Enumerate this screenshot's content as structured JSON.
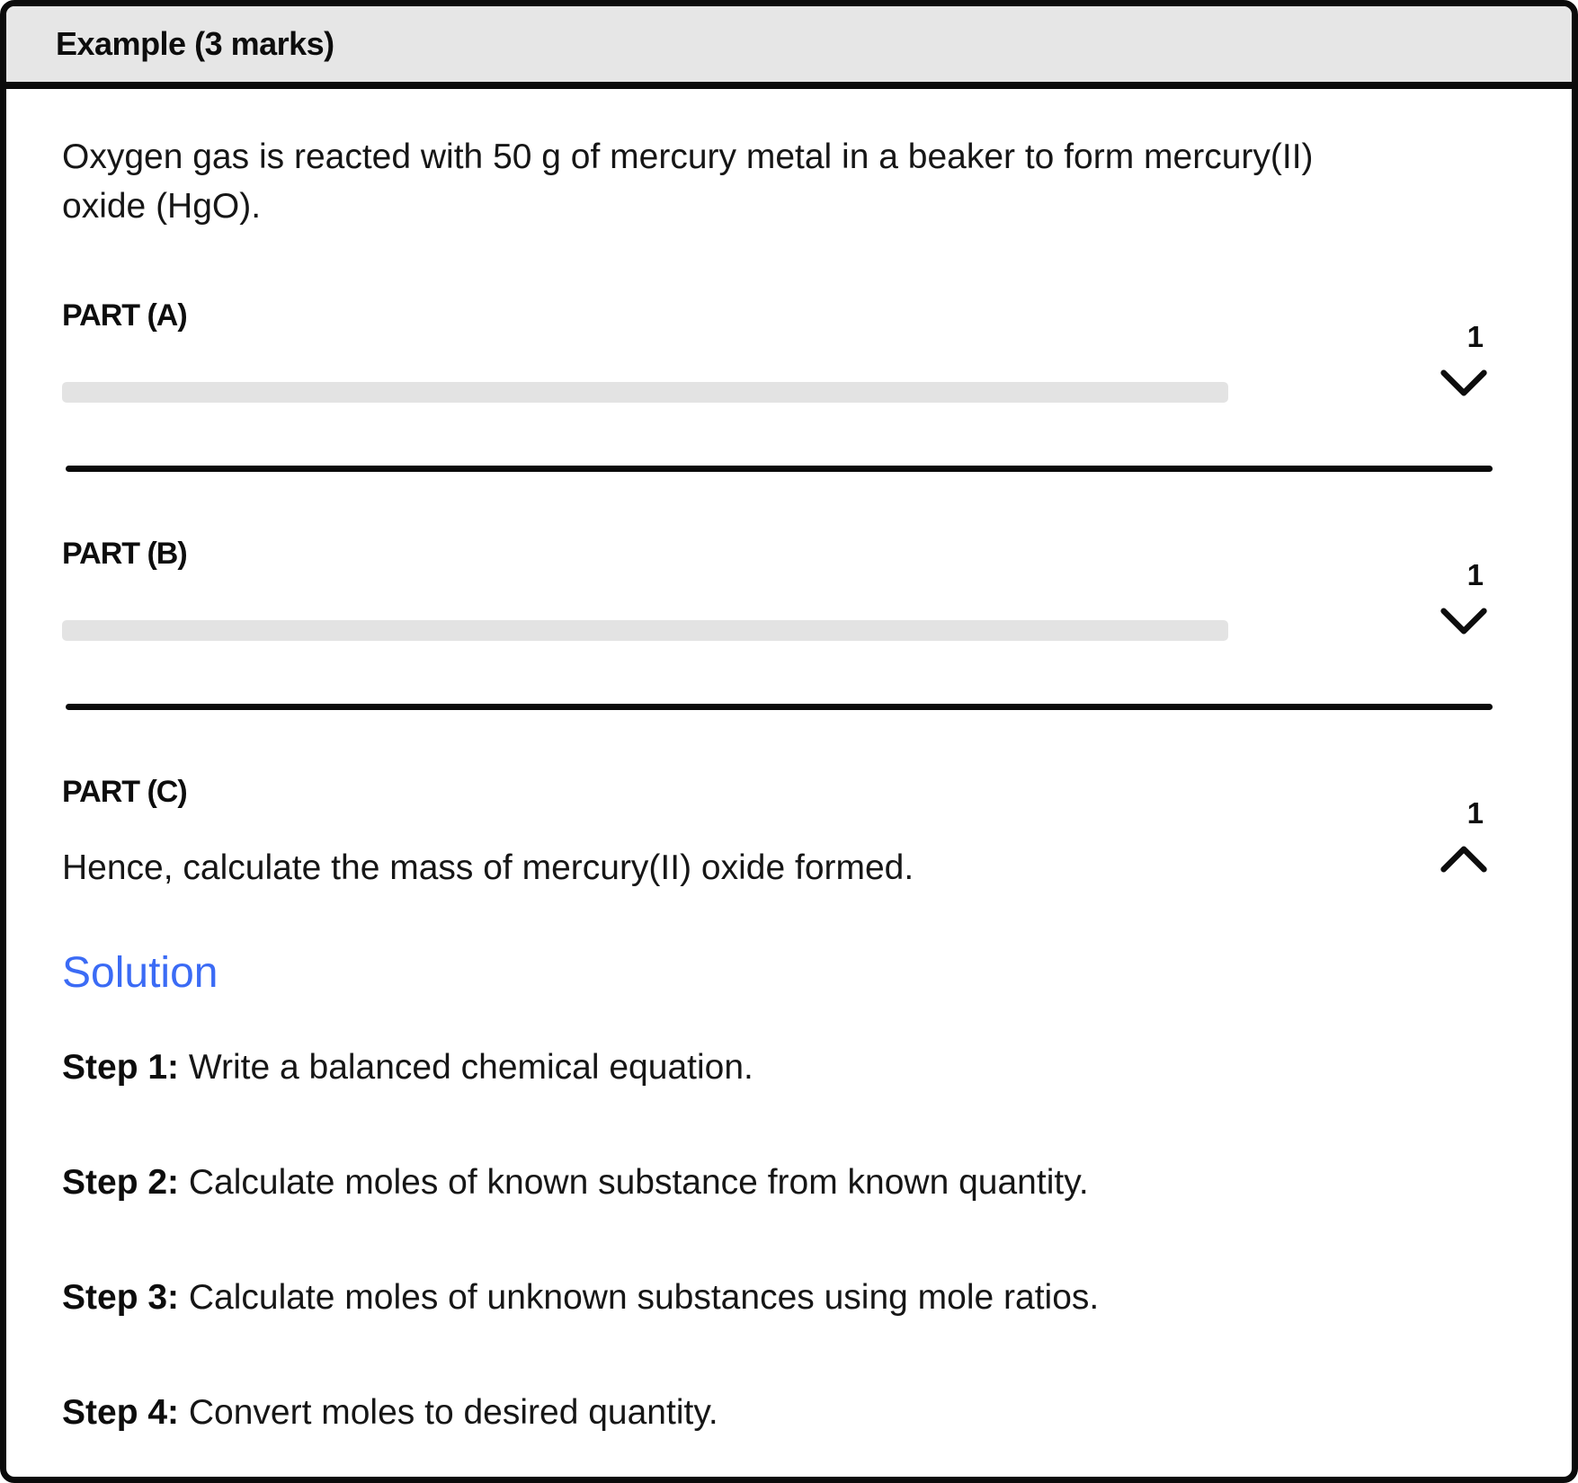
{
  "header": {
    "title": "Example (3 marks)"
  },
  "intro": "Oxygen gas is reacted with 50 g of mercury metal in a beaker to form mercury(II) oxide (HgO).",
  "parts": [
    {
      "label": "PART (A)",
      "marks": "1",
      "state": "collapsed",
      "question": ""
    },
    {
      "label": "PART (B)",
      "marks": "1",
      "state": "collapsed",
      "question": ""
    },
    {
      "label": "PART (C)",
      "marks": "1",
      "state": "expanded",
      "question": "Hence, calculate the mass of mercury(II) oxide formed."
    }
  ],
  "solution": {
    "heading": "Solution",
    "steps": [
      {
        "label": "Step 1:",
        "text": " Write a balanced chemical equation."
      },
      {
        "label": "Step 2:",
        "text": " Calculate moles of known substance from known quantity."
      },
      {
        "label": "Step 3:",
        "text": " Calculate moles of unknown substances using mole ratios."
      },
      {
        "label": "Step 4:",
        "text": " Convert moles to desired quantity."
      }
    ]
  },
  "colors": {
    "accent_blue": "#3b6bf5",
    "header_bg": "#e6e6e6",
    "skeleton_gray": "#e3e3e3",
    "border_black": "#0b0b0b"
  }
}
